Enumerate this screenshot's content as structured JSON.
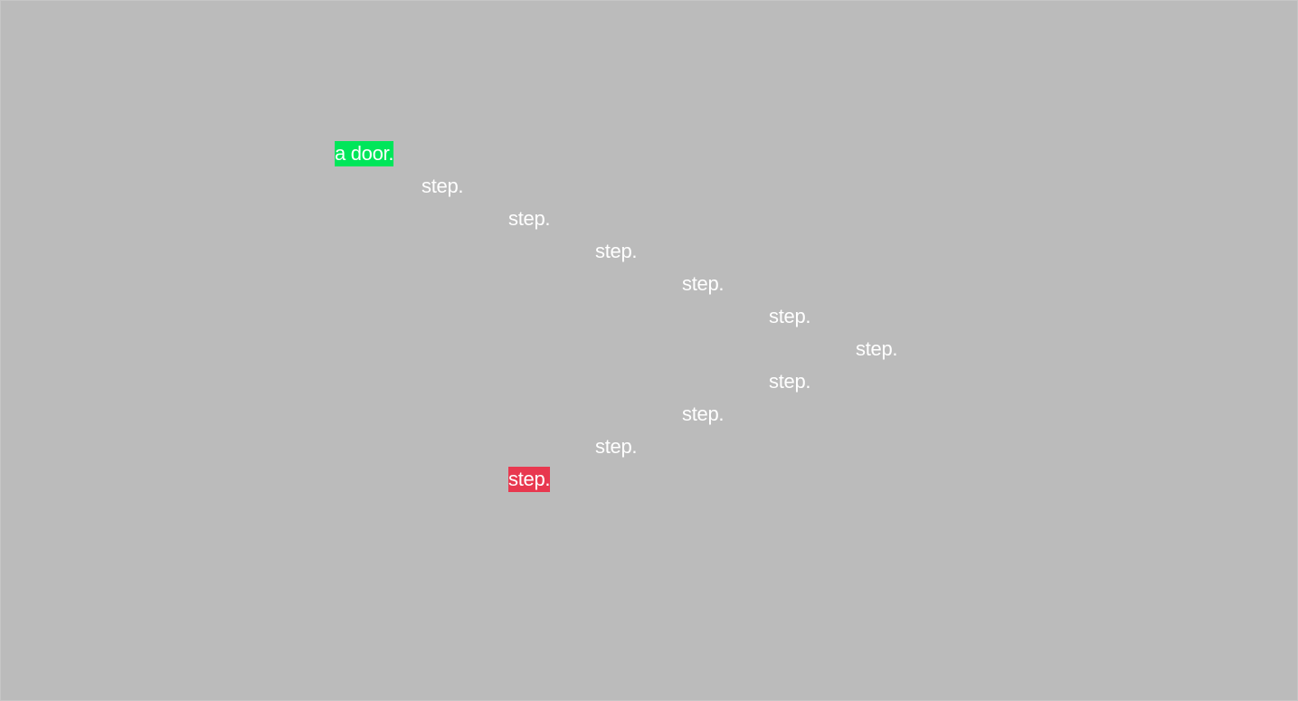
{
  "colors": {
    "background": "#bbbbbb",
    "text": "#ffffff",
    "start_highlight": "#00e65a",
    "end_highlight": "#e8384f"
  },
  "words": [
    {
      "text": "a door.",
      "highlight": "start"
    },
    {
      "text": "step."
    },
    {
      "text": "step."
    },
    {
      "text": "step."
    },
    {
      "text": "step."
    },
    {
      "text": "step."
    },
    {
      "text": "step."
    },
    {
      "text": "step."
    },
    {
      "text": "step."
    },
    {
      "text": "step."
    },
    {
      "text": "step.",
      "highlight": "end"
    }
  ]
}
